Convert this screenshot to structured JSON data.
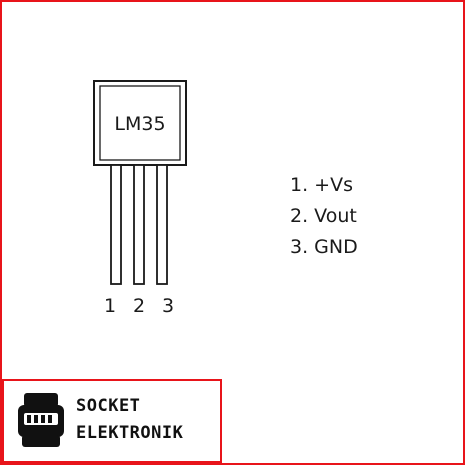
{
  "chip": {
    "label": "LM35"
  },
  "pin_numbers": [
    "1",
    "2",
    "3"
  ],
  "pin_functions": [
    "1. +Vs",
    "2. Vout",
    "3. GND"
  ],
  "brand": {
    "line1": "SOCKET",
    "line2": "ELEKTRONIK",
    "icon": "socket-logo-icon"
  },
  "colors": {
    "frame": "#e8141a",
    "ink": "#1a1a1a"
  }
}
